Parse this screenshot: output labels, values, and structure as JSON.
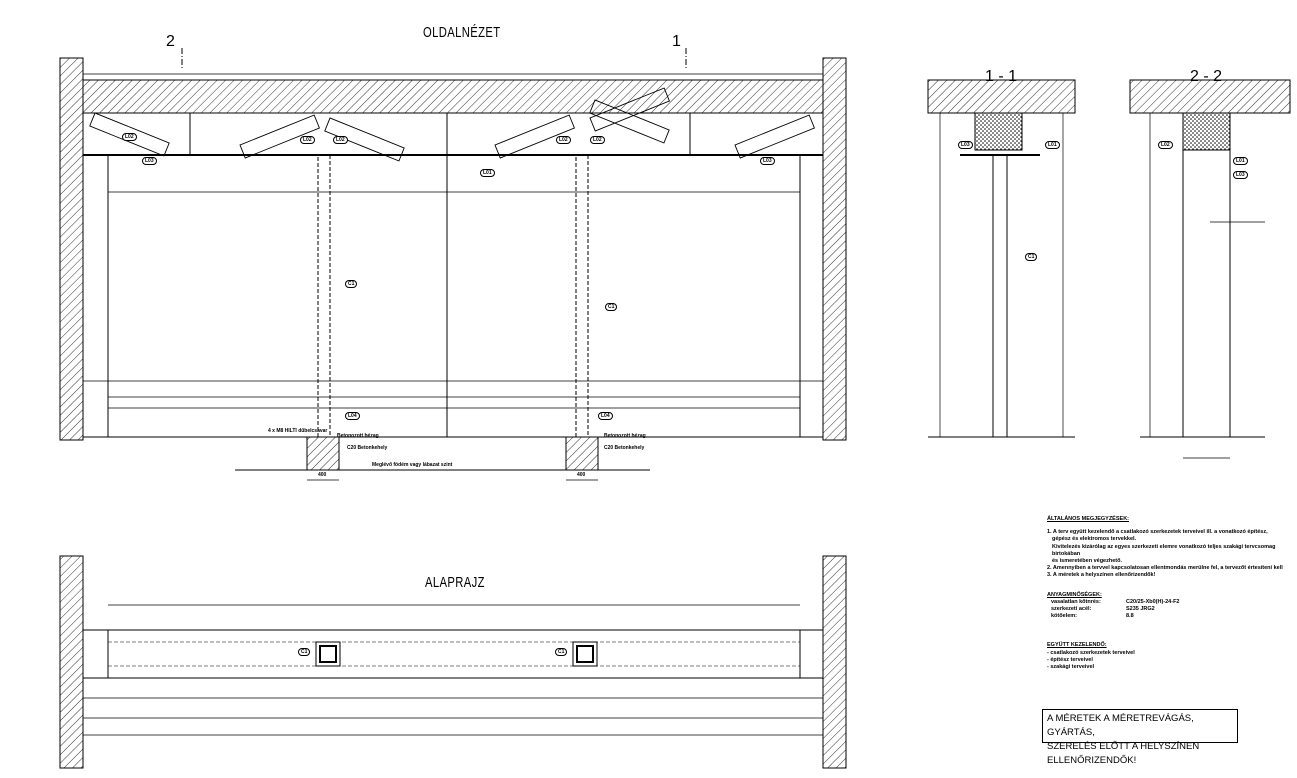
{
  "side_view": {
    "title": "OLDALNÉZET",
    "section_marks": [
      "2",
      "1"
    ],
    "tags": [
      "L02",
      "L02",
      "L02",
      "L02",
      "L02",
      "L03",
      "L03",
      "L01",
      "C1",
      "C1",
      "L04",
      "L04"
    ],
    "labels": {
      "anchor_1": "4 x M8 HILTI dűbelcsavar",
      "grout_1": "Betonozott hézag",
      "footing_1": "C20 Betonkehely",
      "ground": "Meglévő födém vagy lábazat szint",
      "grout_2": "Betonozott hézag",
      "footing_2": "C20 Betonkehely"
    },
    "dims": {
      "footing_w_1": "400",
      "footing_w_2": "400"
    }
  },
  "section_1": {
    "title": "1 - 1",
    "tags": [
      "L03",
      "L01",
      "C1"
    ]
  },
  "section_2": {
    "title": "2 - 2",
    "tags": [
      "L02",
      "L01",
      "L03"
    ]
  },
  "plan": {
    "title": "ALAPRAJZ",
    "tags": [
      "C1",
      "C1"
    ]
  },
  "notes": {
    "general_heading": "ÁLTALÁNOS MEGJEGYZÉSEK:",
    "general": [
      "1. A terv együtt kezelendő a csatlakozó szerkezetek terveivel ill. a vonatkozó építész,",
      "   gépész és elektromos tervekkel.",
      "   Kivitelezés kizárólag az egyes szerkezeti elemre vonatkozó teljes szakági tervcsomag birtokában",
      "   és ismeretében végezhető.",
      "2. Amennyiben a tervvel kapcsolatosan ellentmondás merülne fel, a tervezőt értesíteni kell",
      "3. A méretek a helyszínen ellenőrizendők!"
    ],
    "materials_heading": "ANYAGMINŐSÉGEK:",
    "materials": [
      {
        "label": "vasalatlan kőtnrés:",
        "value": "C20/25-Xb0(H)-24-F2"
      },
      {
        "label": "szerkezeti acél:",
        "value": "S235 JRG2"
      },
      {
        "label": "kötőelem:",
        "value": "8.8"
      }
    ],
    "together_heading": "EGYÜTT KEZELENDŐ:",
    "together": [
      "- csatlakozó szerkezetek terveivel",
      "- építész terveivel",
      "- szakági terveivel"
    ],
    "warning_line_1": "A MÉRETEK A MÉRETREVÁGÁS, GYÁRTÁS,",
    "warning_line_2": "SZERELÉS ELŐTT A HELYSZÍNEN ELLENŐRIZENDŐK!"
  }
}
